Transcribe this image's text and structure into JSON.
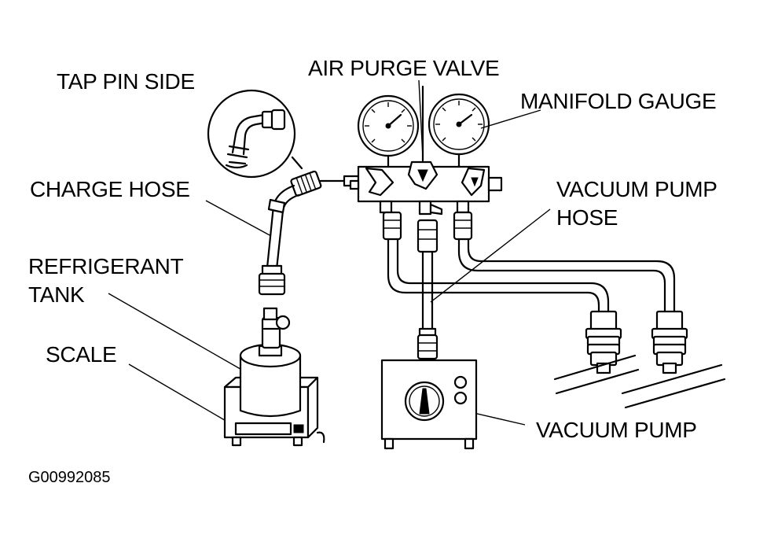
{
  "labels": {
    "tap_pin_side": "TAP PIN SIDE",
    "air_purge_valve": "AIR PURGE VALVE",
    "manifold_gauge": "MANIFOLD GAUGE",
    "charge_hose": "CHARGE HOSE",
    "vacuum_pump_hose": [
      "VACUUM PUMP",
      "HOSE"
    ],
    "refrigerant_tank": [
      "REFRIGERANT",
      "TANK"
    ],
    "scale": "SCALE",
    "vacuum_pump": "VACUUM PUMP"
  },
  "figure_code": "G00992085",
  "colors": {
    "ink": "#000000",
    "paper": "#ffffff"
  }
}
